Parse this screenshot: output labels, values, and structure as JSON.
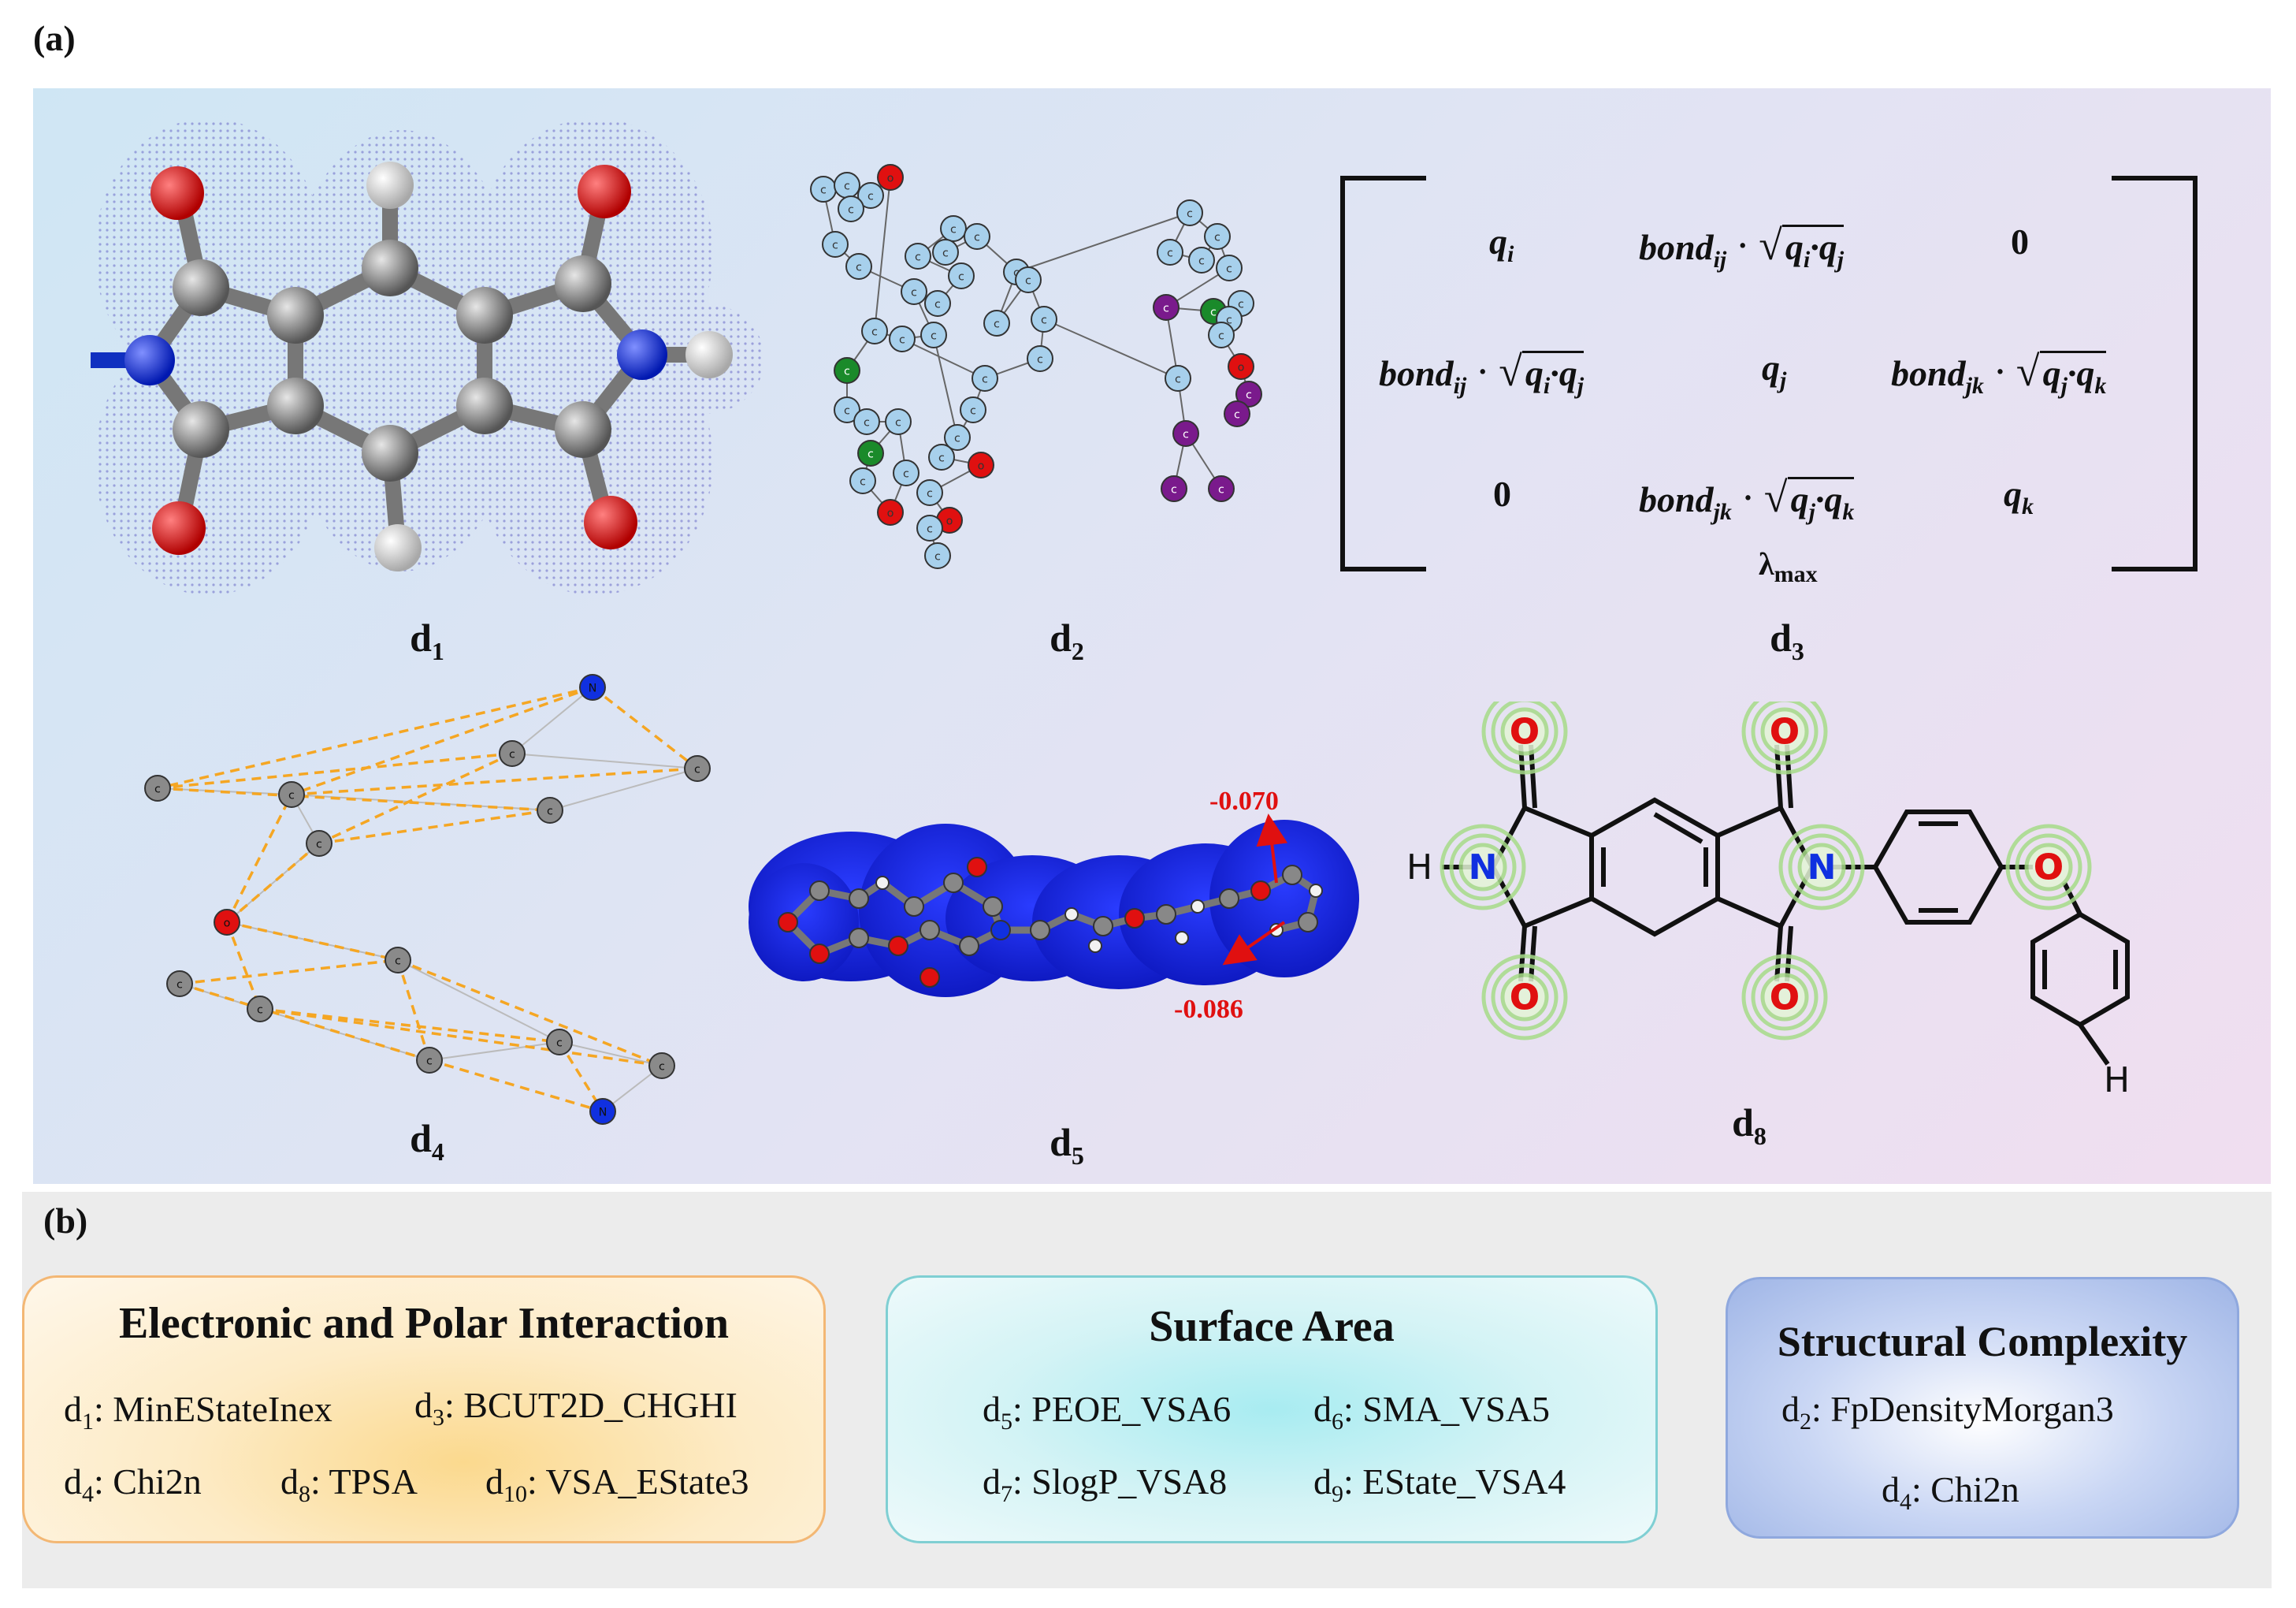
{
  "panel_a": {
    "tag": "(a)",
    "labels": {
      "d1": {
        "base": "d",
        "sub": "1"
      },
      "d2": {
        "base": "d",
        "sub": "2"
      },
      "d3": {
        "base": "d",
        "sub": "3"
      },
      "d4": {
        "base": "d",
        "sub": "4"
      },
      "d5": {
        "base": "d",
        "sub": "5"
      },
      "d8": {
        "base": "d",
        "sub": "8"
      }
    },
    "matrix": {
      "r1c1": {
        "t": "q",
        "s": "i"
      },
      "r1c2": {
        "t": "bond",
        "s": "ij",
        "dot": "·",
        "q1": "q",
        "s1": "i",
        "q2": "q",
        "s2": "j"
      },
      "r1c3": "0",
      "r2c1": {
        "t": "bond",
        "s": "ij",
        "dot": "·",
        "q1": "q",
        "s1": "i",
        "q2": "q",
        "s2": "j"
      },
      "r2c2": {
        "t": "q",
        "s": "j"
      },
      "r2c3": {
        "t": "bond",
        "s": "jk",
        "dot": "·",
        "q1": "q",
        "s1": "j",
        "q2": "q",
        "s2": "k"
      },
      "r3c1": "0",
      "r3c2": {
        "t": "bond",
        "s": "jk",
        "dot": "·",
        "q1": "q",
        "s1": "j",
        "q2": "q",
        "s2": "k"
      },
      "r3c3": {
        "t": "q",
        "s": "k"
      },
      "lambda": {
        "sym": "λ",
        "sub": "max"
      }
    },
    "d5_annotations": {
      "top": "-0.070",
      "bottom": "-0.086"
    },
    "atom_letters": {
      "c": "c",
      "o": "o",
      "n": "N",
      "N": "N",
      "O": "O",
      "H": "H",
      "C": "C"
    }
  },
  "panel_b": {
    "tag": "(b)",
    "cards": [
      {
        "title": "Electronic and Polar Interaction",
        "items": [
          {
            "base": "d",
            "sub": "1",
            "text": ": MinEStateInex"
          },
          {
            "base": "d",
            "sub": "3",
            "text": ": BCUT2D_CHGHI"
          },
          {
            "base": "d",
            "sub": "4",
            "text": ": Chi2n"
          },
          {
            "base": "d",
            "sub": "8",
            "text": ": TPSA"
          },
          {
            "base": "d",
            "sub": "10",
            "text": ": VSA_EState3"
          }
        ]
      },
      {
        "title": "Surface Area",
        "items": [
          {
            "base": "d",
            "sub": "5",
            "text": ": PEOE_VSA6"
          },
          {
            "base": "d",
            "sub": "6",
            "text": ": SMA_VSA5"
          },
          {
            "base": "d",
            "sub": "7",
            "text": ": SlogP_VSA8"
          },
          {
            "base": "d",
            "sub": "9",
            "text": ": EState_VSA4"
          }
        ]
      },
      {
        "title": "Structural Complexity",
        "items": [
          {
            "base": "d",
            "sub": "2",
            "text": ": FpDensityMorgan3"
          },
          {
            "base": "d",
            "sub": "4",
            "text": ": Chi2n"
          }
        ]
      }
    ]
  },
  "colors": {
    "orange_card_border": "#f3b774",
    "teal_card_border": "#7fcfd3",
    "blue_card_border": "#8fa8de",
    "carbon": "#8a8a8a",
    "oxygen": "#e01010",
    "nitrogen": "#1030e0",
    "hydrogen": "#f2f2f2",
    "light_blue_atom": "#a7d0ec",
    "purple_atom": "#7a1a8c",
    "green_atom": "#1a8a2a",
    "dash_orange": "#f5a623"
  }
}
